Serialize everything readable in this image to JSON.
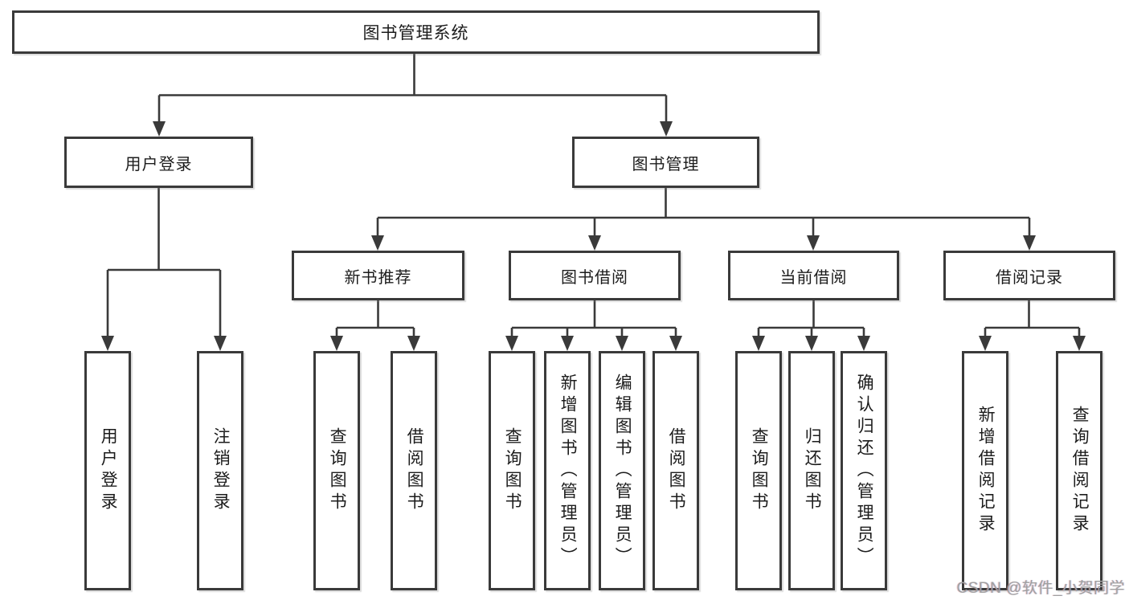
{
  "nodes": {
    "root": {
      "label": "图书管理系统"
    },
    "branches": [
      {
        "label": "用户登录",
        "parent": "图书管理系统"
      },
      {
        "label": "图书管理",
        "parent": "图书管理系统"
      }
    ],
    "modules": [
      {
        "label": "新书推荐",
        "parent": "图书管理"
      },
      {
        "label": "图书借阅",
        "parent": "图书管理"
      },
      {
        "label": "当前借阅",
        "parent": "图书管理"
      },
      {
        "label": "借阅记录",
        "parent": "图书管理"
      }
    ],
    "leaves": [
      {
        "label": "用户登录",
        "parent": "用户登录"
      },
      {
        "label": "注销登录",
        "parent": "用户登录"
      },
      {
        "label": "查询图书",
        "parent": "新书推荐"
      },
      {
        "label": "借阅图书",
        "parent": "新书推荐"
      },
      {
        "label": "查询图书",
        "parent": "图书借阅"
      },
      {
        "label": "新增图书（管理员）",
        "parent": "图书借阅"
      },
      {
        "label": "编辑图书（管理员）",
        "parent": "图书借阅"
      },
      {
        "label": "借阅图书",
        "parent": "图书借阅"
      },
      {
        "label": "查询图书",
        "parent": "当前借阅"
      },
      {
        "label": "归还图书",
        "parent": "当前借阅"
      },
      {
        "label": "确认归还（管理员）",
        "parent": "当前借阅"
      },
      {
        "label": "新增借阅记录",
        "parent": "借阅记录"
      },
      {
        "label": "查询借阅记录",
        "parent": "借阅记录"
      }
    ]
  },
  "watermark": {
    "text": "CSDN @软件_小贺同学"
  },
  "colors": {
    "line": "#3a3a3a",
    "box_border": "#3a3a3a",
    "box_fill": "#ffffff",
    "text": "#1c1c1c",
    "watermark": "#a0a0a0",
    "background": "#ffffff"
  }
}
